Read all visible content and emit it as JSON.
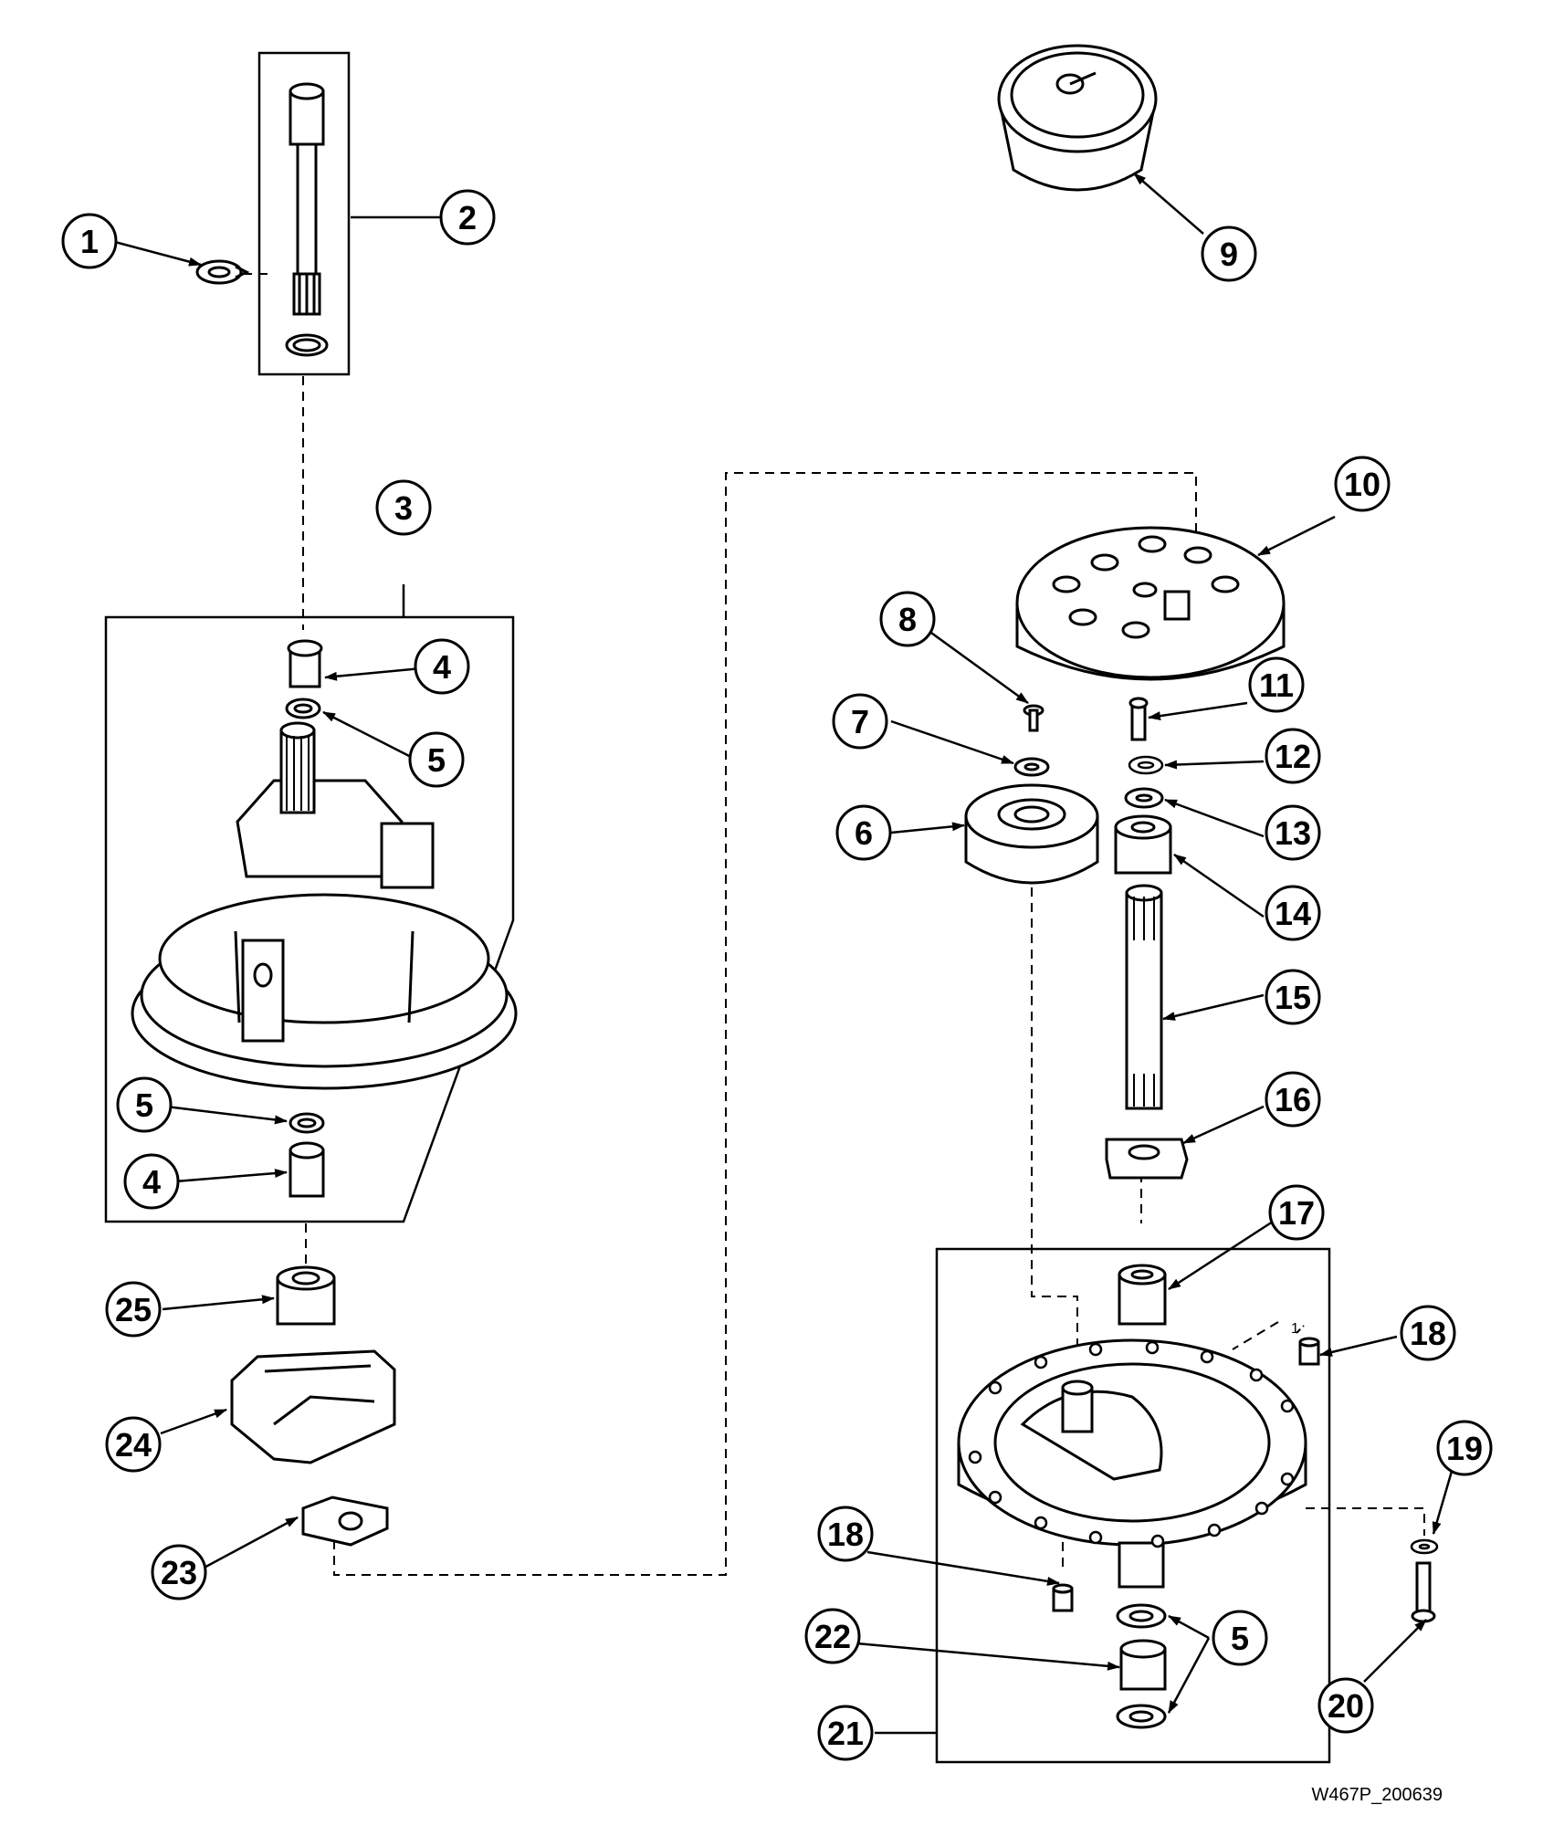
{
  "callouts": {
    "c1": "1",
    "c2": "2",
    "c3": "3",
    "c4a": "4",
    "c5a": "5",
    "c5b": "5",
    "c4b": "4",
    "c25": "25",
    "c24": "24",
    "c23": "23",
    "c9": "9",
    "c10": "10",
    "c8": "8",
    "c7": "7",
    "c11": "11",
    "c12": "12",
    "c6": "6",
    "c13": "13",
    "c14": "14",
    "c15": "15",
    "c16": "16",
    "c17": "17",
    "c18a": "18",
    "c18b": "18",
    "c19": "19",
    "c20": "20",
    "c5c": "5",
    "c22": "22",
    "c21": "21"
  },
  "hole_callout": "1",
  "drawing_id": "W467P_200639"
}
